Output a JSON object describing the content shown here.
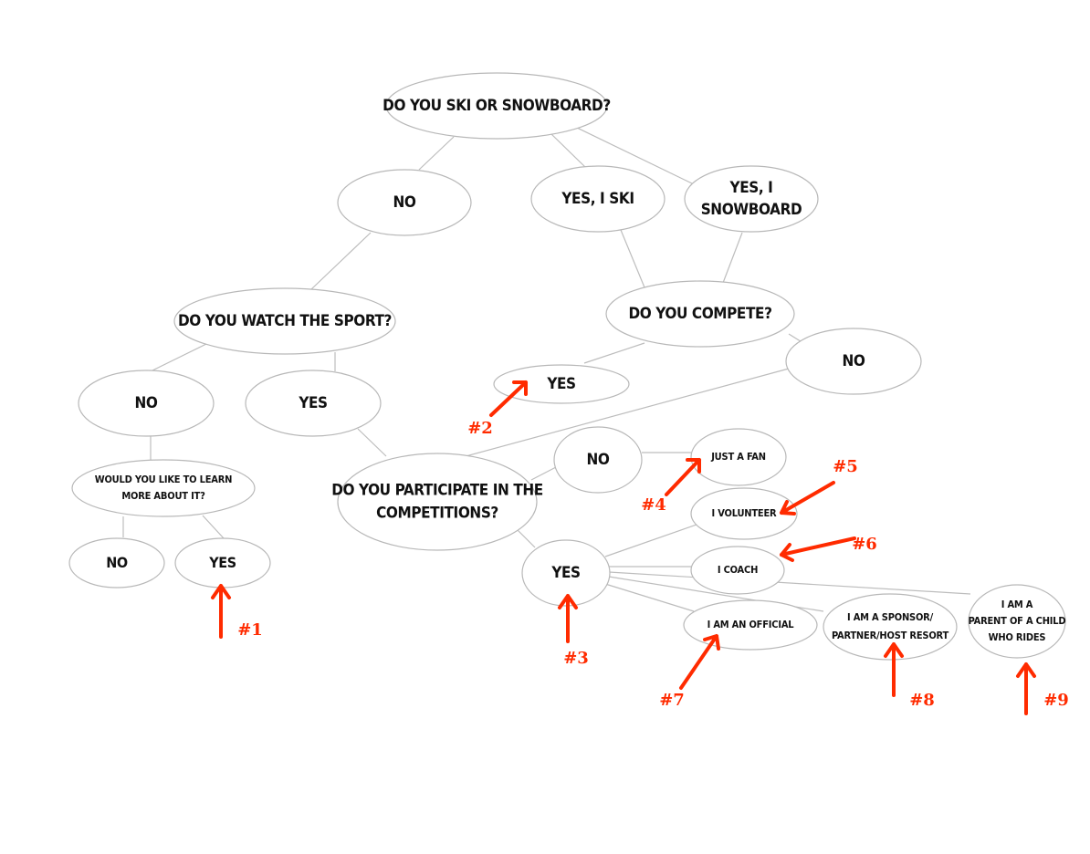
{
  "nodes": {
    "q_ski": {
      "lines": [
        "DO YOU SKI OR SNOWBOARD?"
      ]
    },
    "no_1": {
      "lines": [
        "NO"
      ]
    },
    "yes_ski": {
      "lines": [
        "YES, I SKI"
      ]
    },
    "yes_snowboard": {
      "lines": [
        "YES, I",
        "SNOWBOARD"
      ]
    },
    "q_watch": {
      "lines": [
        "DO YOU WATCH THE SPORT?"
      ]
    },
    "q_compete": {
      "lines": [
        "DO YOU COMPETE?"
      ]
    },
    "no_watch": {
      "lines": [
        "NO"
      ]
    },
    "yes_watch": {
      "lines": [
        "YES"
      ]
    },
    "yes_compete": {
      "lines": [
        "YES"
      ]
    },
    "no_compete": {
      "lines": [
        "NO"
      ]
    },
    "q_learn": {
      "lines": [
        "WOULD YOU LIKE TO LEARN",
        "MORE ABOUT IT?"
      ]
    },
    "q_participate": {
      "lines": [
        "DO YOU PARTICIPATE IN THE",
        "COMPETITIONS?"
      ]
    },
    "no_participate": {
      "lines": [
        "NO"
      ]
    },
    "just_fan": {
      "lines": [
        "JUST A FAN"
      ]
    },
    "volunteer": {
      "lines": [
        "I VOLUNTEER"
      ]
    },
    "no_learn": {
      "lines": [
        "NO"
      ]
    },
    "yes_learn": {
      "lines": [
        "YES"
      ]
    },
    "yes_participate": {
      "lines": [
        "YES"
      ]
    },
    "coach": {
      "lines": [
        "I COACH"
      ]
    },
    "official": {
      "lines": [
        "I AM AN OFFICIAL"
      ]
    },
    "sponsor": {
      "lines": [
        "I AM A SPONSOR/",
        "PARTNER/HOST RESORT"
      ]
    },
    "parent": {
      "lines": [
        "I AM A",
        "PARENT OF A CHILD",
        "WHO RIDES"
      ]
    }
  },
  "markers": {
    "m1": {
      "label": "#1"
    },
    "m2": {
      "label": "#2"
    },
    "m3": {
      "label": "#3"
    },
    "m4": {
      "label": "#4"
    },
    "m5": {
      "label": "#5"
    },
    "m6": {
      "label": "#6"
    },
    "m7": {
      "label": "#7"
    },
    "m8": {
      "label": "#8"
    },
    "m9": {
      "label": "#9"
    }
  },
  "colors": {
    "marker": "#ff2b00",
    "edge": "#bdbdbd",
    "node_stroke": "#b8b8b8"
  }
}
